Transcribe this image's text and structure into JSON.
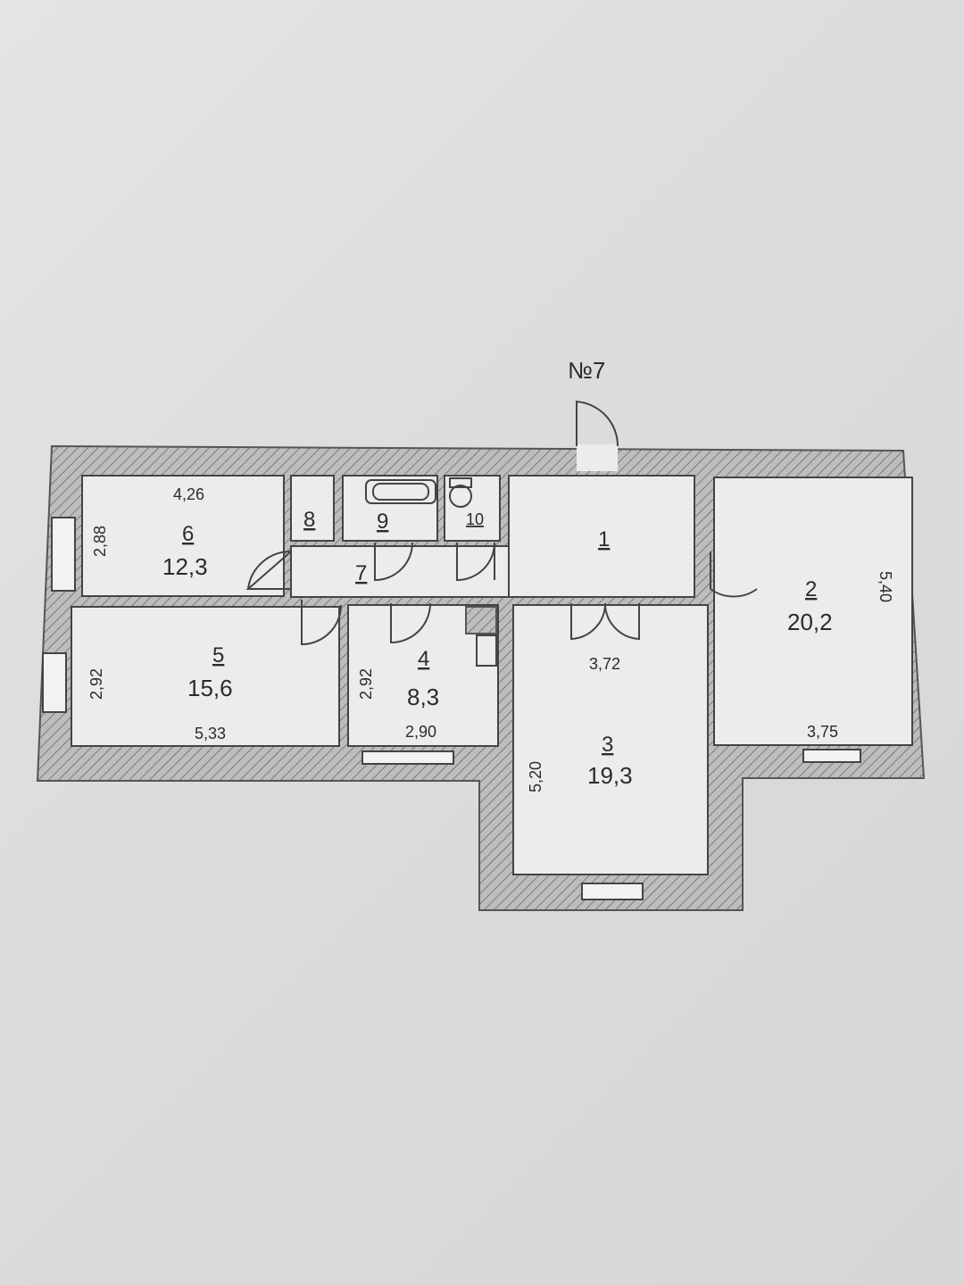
{
  "plan_title": "№7",
  "rooms": [
    {
      "number": "1",
      "area": ""
    },
    {
      "number": "2",
      "area": "20,2"
    },
    {
      "number": "3",
      "area": "19,3"
    },
    {
      "number": "4",
      "area": "8,3"
    },
    {
      "number": "5",
      "area": "15,6"
    },
    {
      "number": "6",
      "area": "12,3"
    },
    {
      "number": "7",
      "area": ""
    },
    {
      "number": "8",
      "area": ""
    },
    {
      "number": "9",
      "area": ""
    },
    {
      "number": "10",
      "area": ""
    }
  ],
  "dimensions": {
    "room6_width": "4,26",
    "room6_height": "2,88",
    "room5_width": "5,33",
    "room5_height": "2,92",
    "room4_width": "2,90",
    "room4_height": "2,92",
    "room3_width": "3,72",
    "room3_height": "5,20",
    "room2_width": "3,75",
    "room2_height": "5,40"
  },
  "fixtures": [
    "bathtub-icon",
    "toilet-icon",
    "stove-icon"
  ],
  "colors": {
    "paper": "#dcdcde",
    "wall_line": "#555555",
    "ink": "#2b2b2b"
  }
}
